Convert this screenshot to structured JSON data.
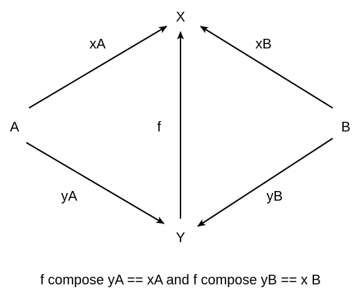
{
  "nodes": {
    "X": "X",
    "Y": "Y",
    "A": "A",
    "B": "B"
  },
  "edges": {
    "xA": "xA",
    "xB": "xB",
    "yA": "yA",
    "yB": "yB",
    "f": "f"
  },
  "caption": "f compose yA == xA and f compose yB == x B",
  "colors": {
    "stroke": "#000000",
    "background": "#ffffff"
  }
}
